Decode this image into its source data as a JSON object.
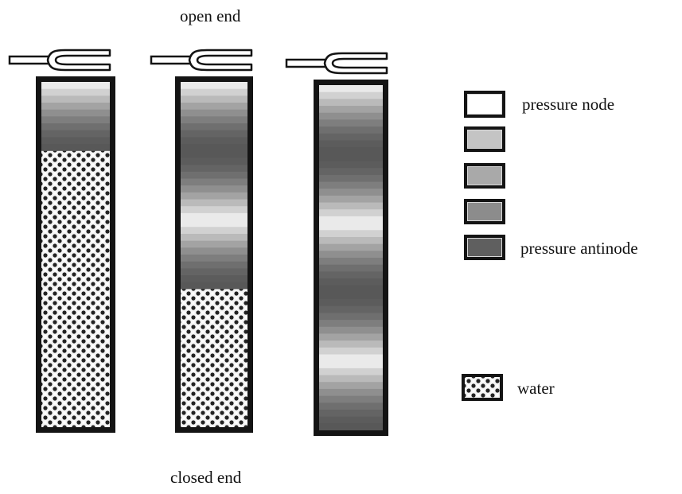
{
  "labels": {
    "top": "open end",
    "bottom": "closed end"
  },
  "legend": [
    {
      "id": "node",
      "label": "pressure node",
      "color": "#ffffff"
    },
    {
      "id": "shade-1",
      "label": "",
      "color": "#c4c4c4"
    },
    {
      "id": "shade-2",
      "label": "",
      "color": "#a9a9a9"
    },
    {
      "id": "shade-3",
      "label": "",
      "color": "#8c8c8c"
    },
    {
      "id": "antinode",
      "label": "pressure antinode",
      "color": "#5f5f5f"
    },
    {
      "id": "water",
      "label": "water",
      "pattern": "checker"
    }
  ],
  "tubes": [
    {
      "name": "tube-1",
      "air_wavelength_fraction": 0.25
    },
    {
      "name": "tube-2",
      "air_wavelength_fraction": 0.75
    },
    {
      "name": "tube-3",
      "air_wavelength_fraction": 1.25
    }
  ],
  "colors": {
    "tube_border": "#141414",
    "fork": "#141414",
    "shade_light": "#f2f2f2",
    "shade_dark": "#5a5a5a"
  }
}
